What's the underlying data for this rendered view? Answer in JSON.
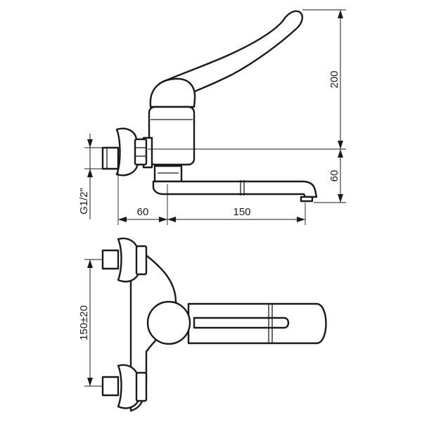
{
  "dimensions": {
    "height_top": "200",
    "height_lower": "60",
    "offset_horizontal": "60",
    "spout_length": "150",
    "thread": "G1/2\"",
    "inlet_spacing": "150±20"
  },
  "colors": {
    "line": "#1a1a1a",
    "background": "#ffffff"
  }
}
